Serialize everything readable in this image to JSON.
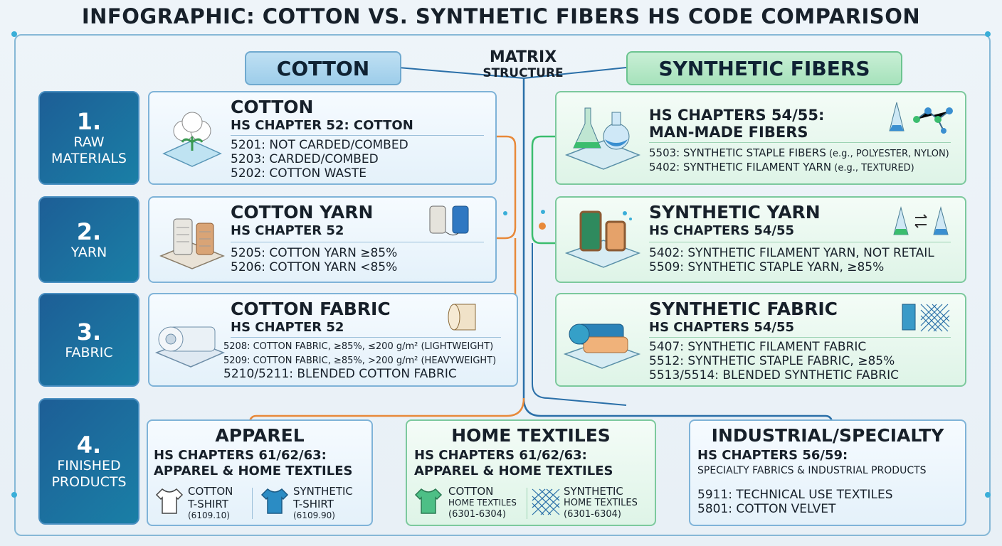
{
  "title": "INFOGRAPHIC: COTTON VS. SYNTHETIC FIBERS HS CODE COMPARISON",
  "columns": {
    "cotton": "COTTON",
    "synthetic": "SYNTHETIC FIBERS"
  },
  "matrix": {
    "line1": "MATRIX",
    "line2": "STRUCTURE"
  },
  "stages": [
    {
      "num": "1.",
      "label1": "RAW",
      "label2": "MATERIALS"
    },
    {
      "num": "2.",
      "label1": "YARN",
      "label2": ""
    },
    {
      "num": "3.",
      "label1": "FABRIC",
      "label2": ""
    },
    {
      "num": "4.",
      "label1": "FINISHED",
      "label2": "PRODUCTS"
    }
  ],
  "cotton": {
    "raw": {
      "title": "COTTON",
      "chapter": "HS CHAPTER 52: COTTON",
      "lines": [
        "5201: NOT CARDED/COMBED",
        "5203: CARDED/COMBED",
        "5202: COTTON WASTE"
      ]
    },
    "yarn": {
      "title": "COTTON YARN",
      "chapter": "HS CHAPTER 52",
      "lines": [
        "5205: COTTON YARN ≥85%",
        "5206: COTTON YARN <85%"
      ]
    },
    "fabric": {
      "title": "COTTON FABRIC",
      "chapter": "HS CHAPTER 52",
      "lines": [
        "5208: COTTON FABRIC, ≥85%, ≤200 g/m² (LIGHTWEIGHT)",
        "5209: COTTON FABRIC, ≥85%, >200 g/m² (HEAVYWEIGHT)",
        "5210/5211: BLENDED COTTON FABRIC"
      ]
    }
  },
  "synthetic": {
    "raw": {
      "title": "HS CHAPTERS 54/55:",
      "chapter": "MAN-MADE FIBERS",
      "line1_main": "5503: SYNTHETIC STAPLE FIBERS",
      "line1_small": " (e.g., POLYESTER, NYLON)",
      "line2_main": "5402: SYNTHETIC FILAMENT YARN",
      "line2_small": " (e.g., TEXTURED)"
    },
    "yarn": {
      "title": "SYNTHETIC YARN",
      "chapter": "HS CHAPTERS 54/55",
      "lines": [
        "5402: SYNTHETIC FILAMENT YARN, NOT RETAIL",
        "5509: SYNTHETIC STAPLE YARN, ≥85%"
      ]
    },
    "fabric": {
      "title": "SYNTHETIC FABRIC",
      "chapter": "HS CHAPTERS 54/55",
      "lines": [
        "5407: SYNTHETIC FILAMENT FABRIC",
        "5512: SYNTHETIC STAPLE FABRIC, ≥85%",
        "5513/5514: BLENDED SYNTHETIC FABRIC"
      ]
    }
  },
  "finished": {
    "apparel": {
      "title": "APPAREL",
      "line1": "HS CHAPTERS 61/62/63:",
      "line2": "APPAREL & HOME TEXTILES",
      "items": [
        {
          "l1": "COTTON",
          "l2": "T-SHIRT",
          "l3": "(6109.10)"
        },
        {
          "l1": "SYNTHETIC",
          "l2": "T-SHIRT",
          "l3": "(6109.90)"
        }
      ]
    },
    "home": {
      "title": "HOME TEXTILES",
      "line1": "HS CHAPTERS 61/62/63:",
      "line2": "APPAREL & HOME TEXTILES",
      "items": [
        {
          "l1": "COTTON",
          "l2": "HOME TEXTILES",
          "l3": "(6301-6304)"
        },
        {
          "l1": "SYNTHETIC",
          "l2": "HOME TEXTILES",
          "l3": "(6301-6304)"
        }
      ]
    },
    "industrial": {
      "title": "INDUSTRIAL/SPECIALTY",
      "line1": "HS CHAPTERS 56/59:",
      "line2": "SPECIALTY FABRICS & INDUSTRIAL PRODUCTS",
      "lines": [
        "5911: TECHNICAL USE TEXTILES",
        "5801: COTTON VELVET"
      ]
    }
  },
  "colors": {
    "cotton_accent": "#e8893a",
    "synthetic_accent": "#3bbd6e",
    "stage_blue": "#1d5e96",
    "center_line": "#2a6fa8"
  }
}
